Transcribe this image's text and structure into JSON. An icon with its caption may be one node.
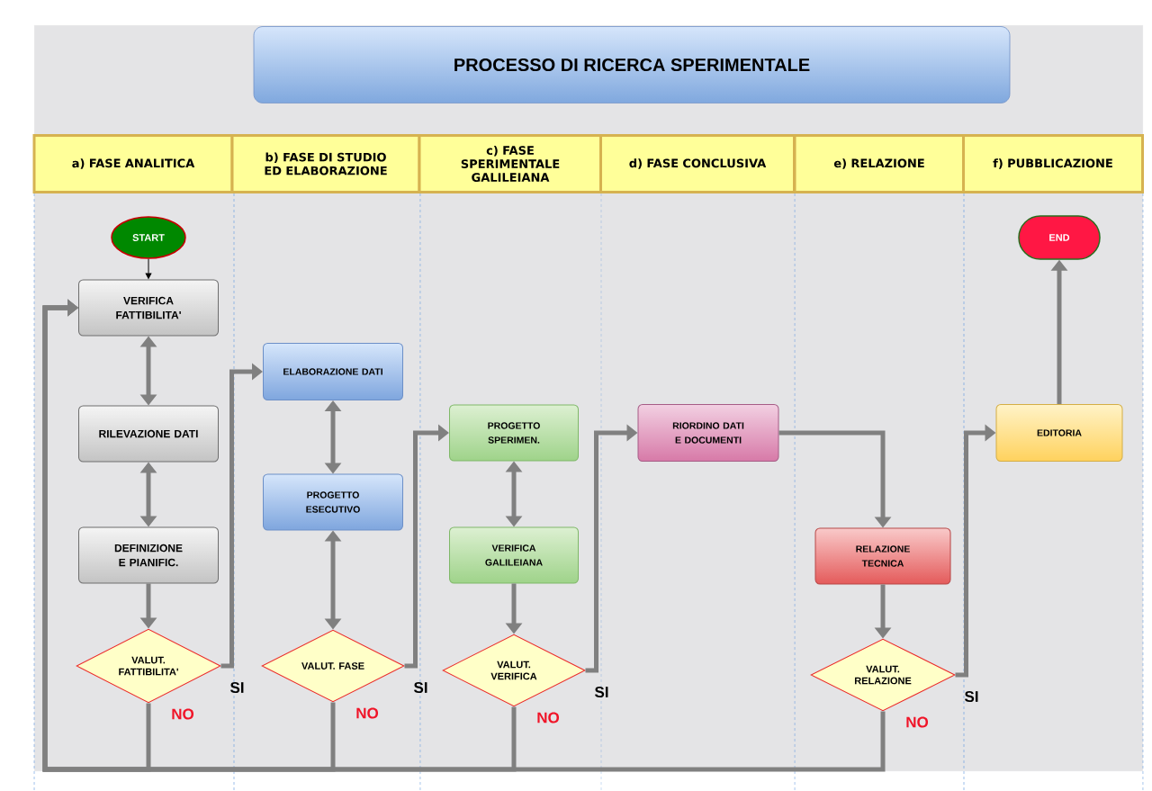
{
  "diagram": {
    "title": "PROCESSO DI RICERCA SPERIMENTALE",
    "nodes": [
      {
        "text": [
          "a) FASE ANALITICA"
        ]
      },
      {
        "text": [
          "b) FASE DI STUDIO ED ELABORAZIONE"
        ]
      },
      {
        "text": [
          "c) FASE SPERIMENTALE GALILEIANA"
        ]
      },
      {
        "text": [
          "d) FASE CONCLUSIVA"
        ]
      },
      {
        "text": [
          "e) RELAZIONE"
        ]
      },
      {
        "text": [
          "f) PUBBLICAZIONE"
        ]
      },
      {
        "text": [
          "START"
        ]
      },
      {
        "text": [
          "VERIFICA FATTIBILITA'"
        ]
      },
      {
        "text": [
          "RILEVAZIONE DATI"
        ]
      },
      {
        "text": [
          "DEFINIZIONE E PIANIFIC."
        ]
      },
      {
        "text": [
          "VALUT. FATTIBILITA'"
        ]
      },
      {
        "text": [
          "ELABORAZIONE DATI"
        ]
      },
      {
        "text": [
          "PROGETTO ESECUTIVO"
        ]
      },
      {
        "text": [
          "VALUT. FASE"
        ]
      },
      {
        "text": [
          "PROGETTO SPERIMEN."
        ]
      },
      {
        "text": [
          "VERIFICA GALILEIANA"
        ]
      },
      {
        "text": [
          "VALUT. VERIFICA"
        ]
      },
      {
        "text": [
          "RIORDINO DATI E DOCUMENTI"
        ]
      },
      {
        "text": [
          "RELAZIONE TECNICA"
        ]
      },
      {
        "text": [
          "VALUT. RELAZIONE"
        ]
      },
      {
        "text": [
          "EDITORIA"
        ]
      },
      {
        "text": [
          "END"
        ]
      }
    ],
    "edges": [
      {
        "from": 6,
        "to": 7,
        "arrow": "to",
        "color": "#000000"
      },
      {
        "from": 7,
        "to": 8,
        "arrow": "both"
      },
      {
        "from": 8,
        "to": 9,
        "arrow": "both"
      },
      {
        "from": 9,
        "to": 10,
        "arrow": "to"
      },
      {
        "from": 10,
        "to": 11,
        "arrow": "to",
        "label": "SI"
      },
      {
        "from": 11,
        "to": 12,
        "arrow": "both"
      },
      {
        "from": 12,
        "to": 13,
        "arrow": "both"
      },
      {
        "from": 13,
        "to": 14,
        "arrow": "to",
        "label": "SI"
      },
      {
        "from": 14,
        "to": 15,
        "arrow": "both"
      },
      {
        "from": 15,
        "to": 16,
        "arrow": "to"
      },
      {
        "from": 16,
        "to": 17,
        "arrow": "to",
        "label": "SI"
      },
      {
        "from": 17,
        "to": 18,
        "arrow": "to"
      },
      {
        "from": 18,
        "to": 19,
        "arrow": "to"
      },
      {
        "from": 19,
        "to": 20,
        "arrow": "to",
        "label": "SI"
      },
      {
        "from": 20,
        "to": 21,
        "arrow": "to"
      },
      {
        "from": 10,
        "to": 7,
        "arrow": "to",
        "label": "NO"
      },
      {
        "from": 13,
        "to": 7,
        "arrow": "to",
        "label": "NO"
      },
      {
        "from": 16,
        "to": 7,
        "arrow": "to",
        "label": "NO"
      },
      {
        "from": 19,
        "to": 7,
        "arrow": "to",
        "label": "NO"
      }
    ]
  }
}
